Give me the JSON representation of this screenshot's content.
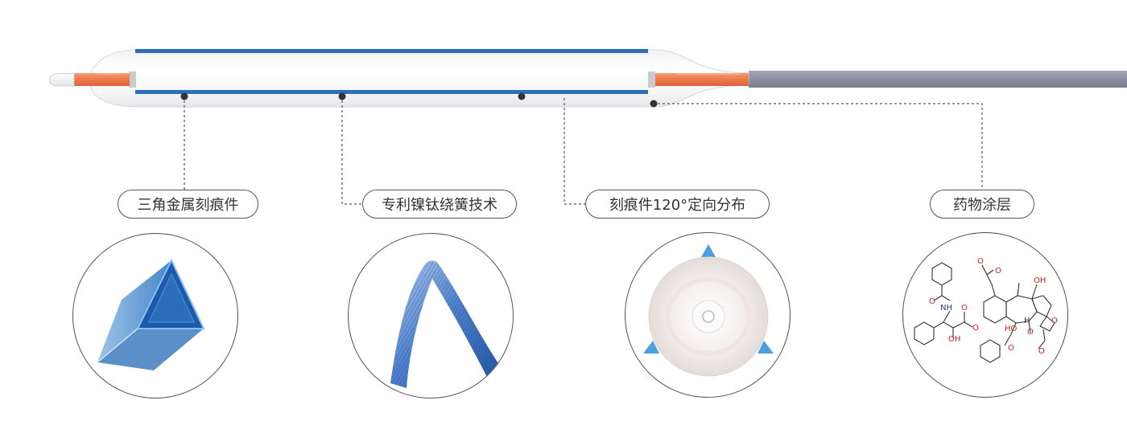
{
  "features": [
    {
      "id": "triangle",
      "label": "三角金属刻痕件"
    },
    {
      "id": "spring",
      "label": "专利镍钛绕簧技术"
    },
    {
      "id": "score",
      "label": "刻痕件120°定向分布"
    },
    {
      "id": "coating",
      "label": "药物涂层"
    }
  ],
  "molecule": {
    "labels": [
      "NH",
      "O",
      "O",
      "O",
      "OH",
      "O",
      "O",
      "OH",
      "H",
      "HO",
      "O",
      "O",
      "O",
      "O"
    ]
  },
  "colors": {
    "blue": "#2f6fb8",
    "orange": "#ef7b4c",
    "shaft": "#8f95a5",
    "oxygen": "#cc2222",
    "nitrogen": "#1f3f99"
  }
}
